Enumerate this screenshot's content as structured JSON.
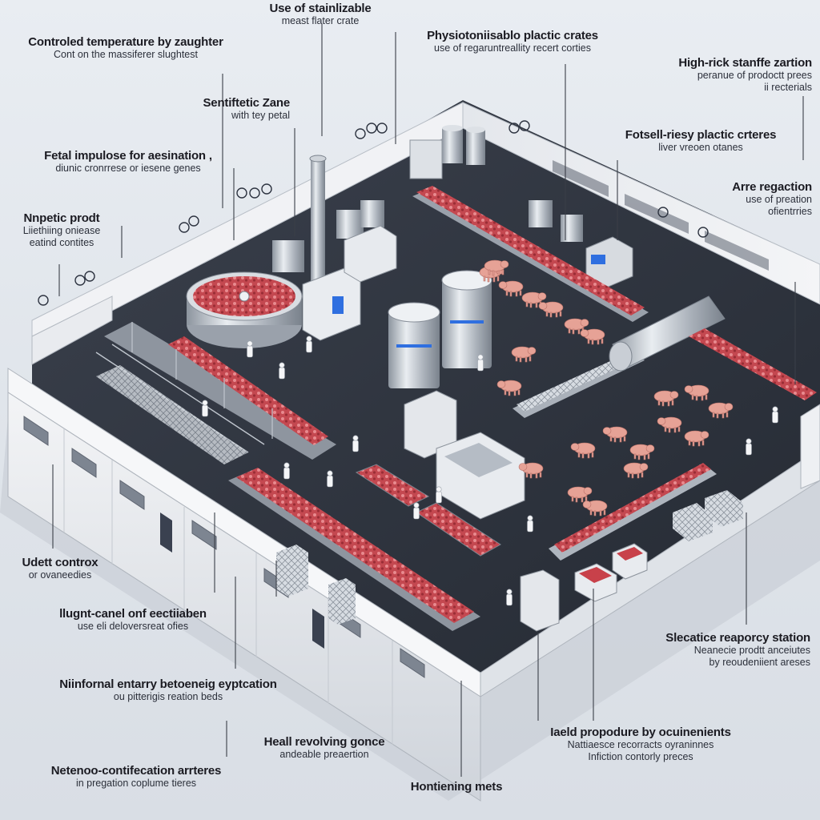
{
  "labels": {
    "top_center": {
      "title": "Use of stainlizable",
      "subtitle": "meast flater crate"
    },
    "controlled_temp": {
      "title": "Controled temperature by zaughter",
      "subtitle": "Cont on the massiferer slughtest"
    },
    "physio_crates": {
      "title": "Physiotoniisablo plactic crates",
      "subtitle": "use of regaruntreallity recert corties"
    },
    "high_risk": {
      "title": "High-rick stanffe zartion",
      "subtitle": "peranue of prodoctt prees",
      "subtitle2": "ii recterials"
    },
    "sentific_zone": {
      "title": "Sentiftetic Zane",
      "subtitle": "with tey petal"
    },
    "fotsell_risky": {
      "title": "Fotsell-riesy plactic crteres",
      "subtitle": "liver vreoen otanes"
    },
    "fetal_impulse": {
      "title": "Fetal impulose for aesination ,",
      "subtitle": "diunic cronrrese or iesene genes"
    },
    "arre_regaction": {
      "title": "Arre regaction",
      "subtitle": "use of preation",
      "subtitle2": "ofientrries"
    },
    "nupetic_prodt": {
      "title": "Nnpetic prodt",
      "subtitle": "Liiethiing oniease",
      "subtitle2": "eatind contites"
    },
    "udett_control": {
      "title": "Udett controx",
      "subtitle": "or ovaneedies"
    },
    "llugnt_canel": {
      "title": "llugnt-canel onf eectiiaben",
      "subtitle": "use eli deloversreat ofies"
    },
    "slecatice": {
      "title": "Slecatice reaporcy station",
      "subtitle": "Neanecie prodtt anceiutes",
      "subtitle2": "by reoudeniient areses"
    },
    "nunfonal": {
      "title": "Niinfornal entarry betoeneig eyptcation",
      "subtitle": "ou pitterigis reation beds"
    },
    "heall_revolving": {
      "title": "Heall revolving gonce",
      "subtitle": "andeable preaertion"
    },
    "iaeld_propodure": {
      "title": "Iaeld propodure by ocuinenients",
      "subtitle": "Nattiaesce recorracts oyraninnes",
      "subtitle2": "Infiction contorly preces"
    },
    "netenoo": {
      "title": "Netenoo-contifecation arrteres",
      "subtitle": "in pregation coplume tieres"
    },
    "hontiening": {
      "title": "Hontiening mets"
    }
  },
  "colors": {
    "background": "#e4e8ee",
    "floor": "#2c323e",
    "wall": "#eef0f3",
    "steel": "#b9c0c9",
    "meat": "#c94a52",
    "pig": "#e8a59a",
    "accent_blue": "#1f5fd6"
  }
}
